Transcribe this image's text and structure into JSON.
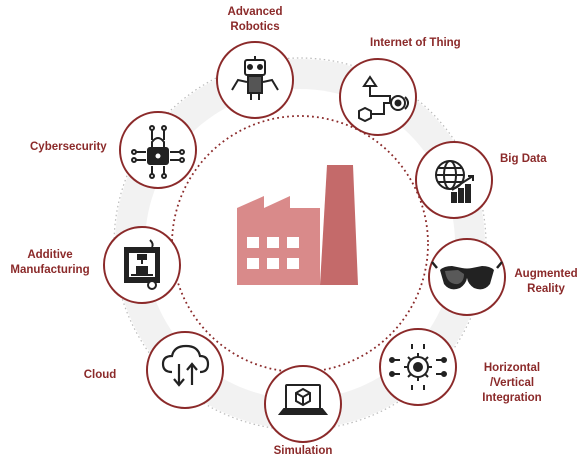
{
  "colors": {
    "accent": "#8b2a2a",
    "factory_fill": "#d98a8a",
    "factory_dark": "#c46a6a",
    "ring_fill": "#f2f2f2",
    "ring_dots": "#bbbbbb",
    "inner_dots": "#8b2a2a",
    "icon": "#222222"
  },
  "center": {
    "icon": "factory-icon"
  },
  "nodes": [
    {
      "id": "advanced-robotics",
      "label": "Advanced\nRobotics",
      "icon": "robot-icon"
    },
    {
      "id": "internet-of-thing",
      "label": "Internet of Thing",
      "icon": "iot-network-icon"
    },
    {
      "id": "big-data",
      "label": "Big Data",
      "icon": "globe-chart-icon"
    },
    {
      "id": "augmented-reality",
      "label": "Augmented\nReality",
      "icon": "ar-glasses-icon"
    },
    {
      "id": "integration",
      "label": "Horizontal\n/Vertical\nIntegration",
      "icon": "gear-circuit-icon"
    },
    {
      "id": "simulation",
      "label": "Simulation",
      "icon": "laptop-cube-icon"
    },
    {
      "id": "cloud",
      "label": "Cloud",
      "icon": "cloud-transfer-icon"
    },
    {
      "id": "additive-manufacturing",
      "label": "Additive\nManufacturing",
      "icon": "3d-printer-icon"
    },
    {
      "id": "cybersecurity",
      "label": "Cybersecurity",
      "icon": "padlock-circuit-icon"
    }
  ]
}
